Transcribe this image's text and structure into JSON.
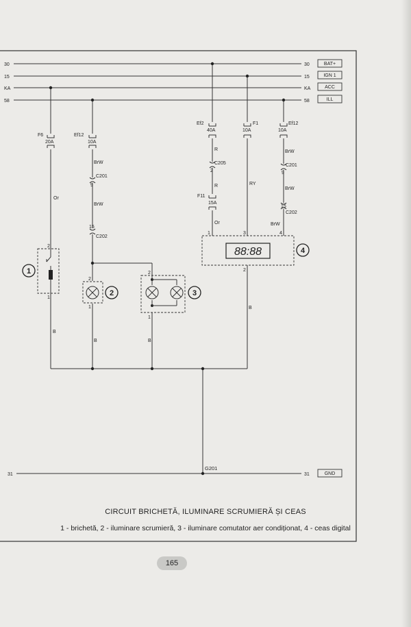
{
  "rails": [
    {
      "id": "30",
      "label_left": "30",
      "label_right": "30",
      "tag": "BAT+"
    },
    {
      "id": "15",
      "label_left": "15",
      "label_right": "15",
      "tag": "IGN 1"
    },
    {
      "id": "KA",
      "label_left": "KA",
      "label_right": "KA",
      "tag": "ACC"
    },
    {
      "id": "58",
      "label_left": "58",
      "label_right": "58",
      "tag": "ILL"
    }
  ],
  "ground_rail": {
    "label_left": "31",
    "label_right": "31",
    "tag": "GND",
    "point": "G201"
  },
  "fuses": [
    {
      "name": "F6",
      "rating": "20A"
    },
    {
      "name": "Ef12",
      "rating": "10A"
    },
    {
      "name": "Ef2",
      "rating": "40A"
    },
    {
      "name": "F1",
      "rating": "10A"
    },
    {
      "name": "Ef12",
      "rating": "10A"
    },
    {
      "name": "F11",
      "rating": "15A"
    }
  ],
  "wires": {
    "or1": "Or",
    "brw1": "BrW",
    "brw2": "BrW",
    "r1": "R",
    "r2": "R",
    "or2": "Or",
    "ry": "RY",
    "brw3": "BrW",
    "brw4": "BrW",
    "brw5": "BrW",
    "b1": "B",
    "b2": "B",
    "b3": "B",
    "b4": "B"
  },
  "connectors": {
    "c201a": "C201",
    "c201a_pin": "9",
    "c202a": "C202",
    "c202a_pin": "15",
    "c205": "C205",
    "c205_pin": "2",
    "c201b": "C201",
    "c201b_pin": "9",
    "c202b": "C202",
    "c202b_pin": "15"
  },
  "pins": {
    "p1_top": "2",
    "p1_bot": "1",
    "p2_top": "2",
    "p2_bot": "1",
    "p3_top": "2",
    "p3_bot": "1",
    "p4_1": "1",
    "p4_3": "3",
    "p4_4": "4",
    "p4_2": "2"
  },
  "components": [
    "1",
    "2",
    "3",
    "4"
  ],
  "clock_display": "88:88",
  "caption": {
    "title": "CIRCUIT BRICHETĂ, ILUMINARE SCRUMIERĂ ȘI CEAS",
    "legend": "1 - brichetă, 2 - iluminare scrumieră, 3 - iluminare comutator aer condiționat, 4 - ceas digital"
  },
  "page_number": "165"
}
